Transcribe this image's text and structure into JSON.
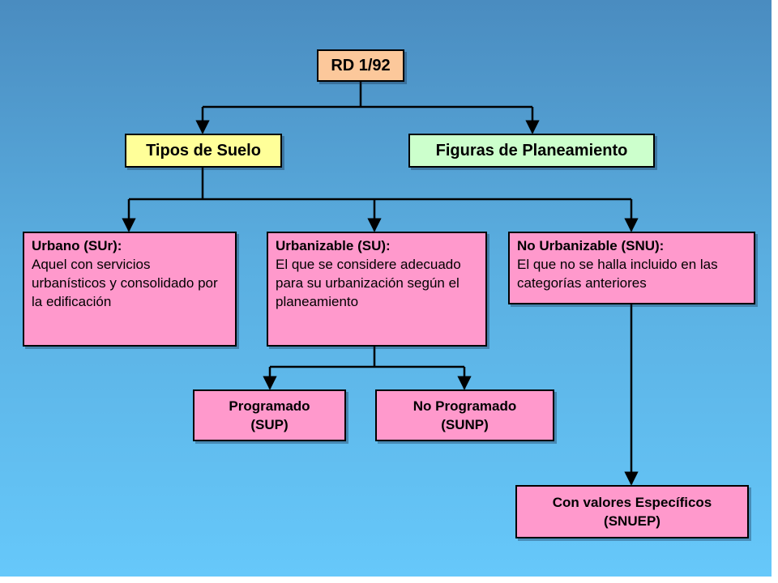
{
  "colors": {
    "root_fill": "#fcc89b",
    "tipos_fill": "#ffff99",
    "figuras_fill": "#ccffcc",
    "category_fill": "#ff99cc"
  },
  "root": {
    "label": "RD 1/92"
  },
  "tipos": {
    "label": "Tipos de Suelo"
  },
  "figuras": {
    "label": "Figuras de Planeamiento"
  },
  "urbano": {
    "title": "Urbano (SUr):",
    "text": "Aquel con servicios urbanísticos y consolidado por la edificación"
  },
  "urbanizable": {
    "title": "Urbanizable (SU):",
    "text": "El que se considere adecuado para su urbanización según el planeamiento"
  },
  "no_urbanizable": {
    "title": "No Urbanizable (SNU):",
    "text": "El que no se halla incluido en las categorías anteriores"
  },
  "programado": {
    "line1": "Programado",
    "line2": "(SUP)"
  },
  "no_programado": {
    "line1": "No Programado",
    "line2": "(SUNP)"
  },
  "con_valores": {
    "line1": "Con valores Específicos",
    "line2": "(SNUEP)"
  }
}
